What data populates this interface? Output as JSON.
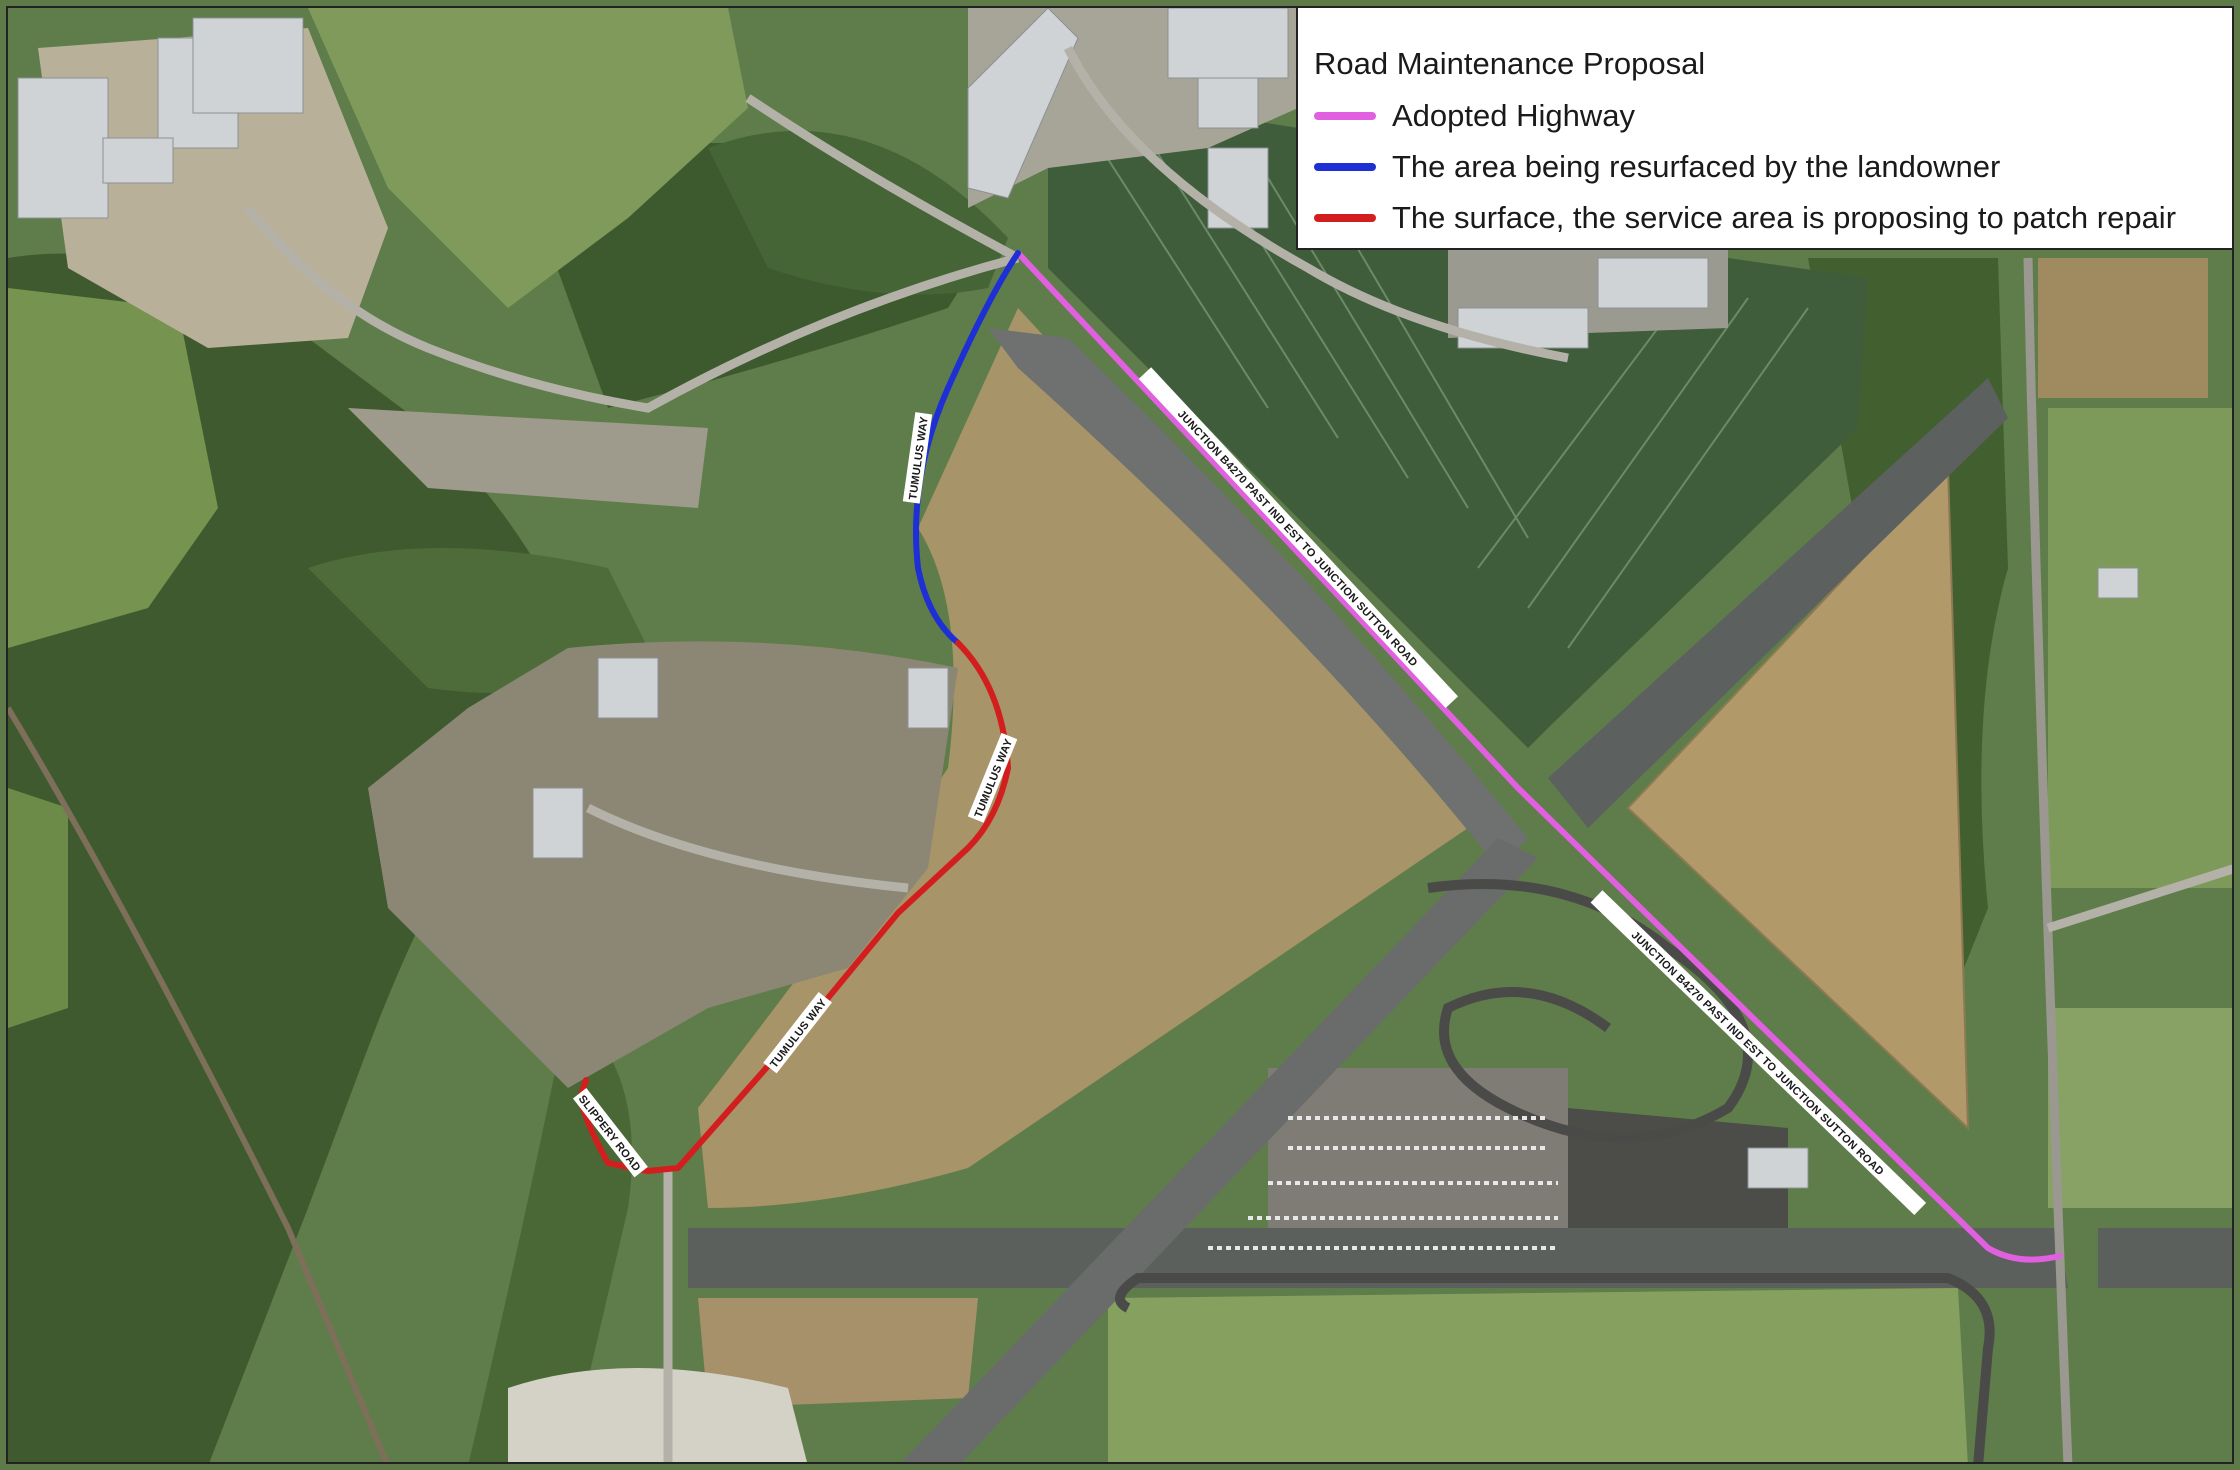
{
  "legend": {
    "title": "Road Maintenance Proposal",
    "items": [
      {
        "label": "Adopted Highway",
        "color": "#e060e0"
      },
      {
        "label": "The area being resurfaced by the landowner",
        "color": "#1e2fd6"
      },
      {
        "label": "The surface, the service area is proposing to patch repair",
        "color": "#d21e1e"
      }
    ]
  },
  "road_labels": {
    "tumulus_north": "TUMULUS WAY",
    "tumulus_mid": "TUMULUS WAY",
    "tumulus_south": "TUMULUS WAY",
    "slippery_road": "SLIPPERY ROAD",
    "junction_north": "JUNCTION B4270 PAST IND EST TO JUNCTION SUTTON ROAD",
    "junction_south": "JUNCTION B4270 PAST IND EST TO JUNCTION SUTTON ROAD"
  }
}
